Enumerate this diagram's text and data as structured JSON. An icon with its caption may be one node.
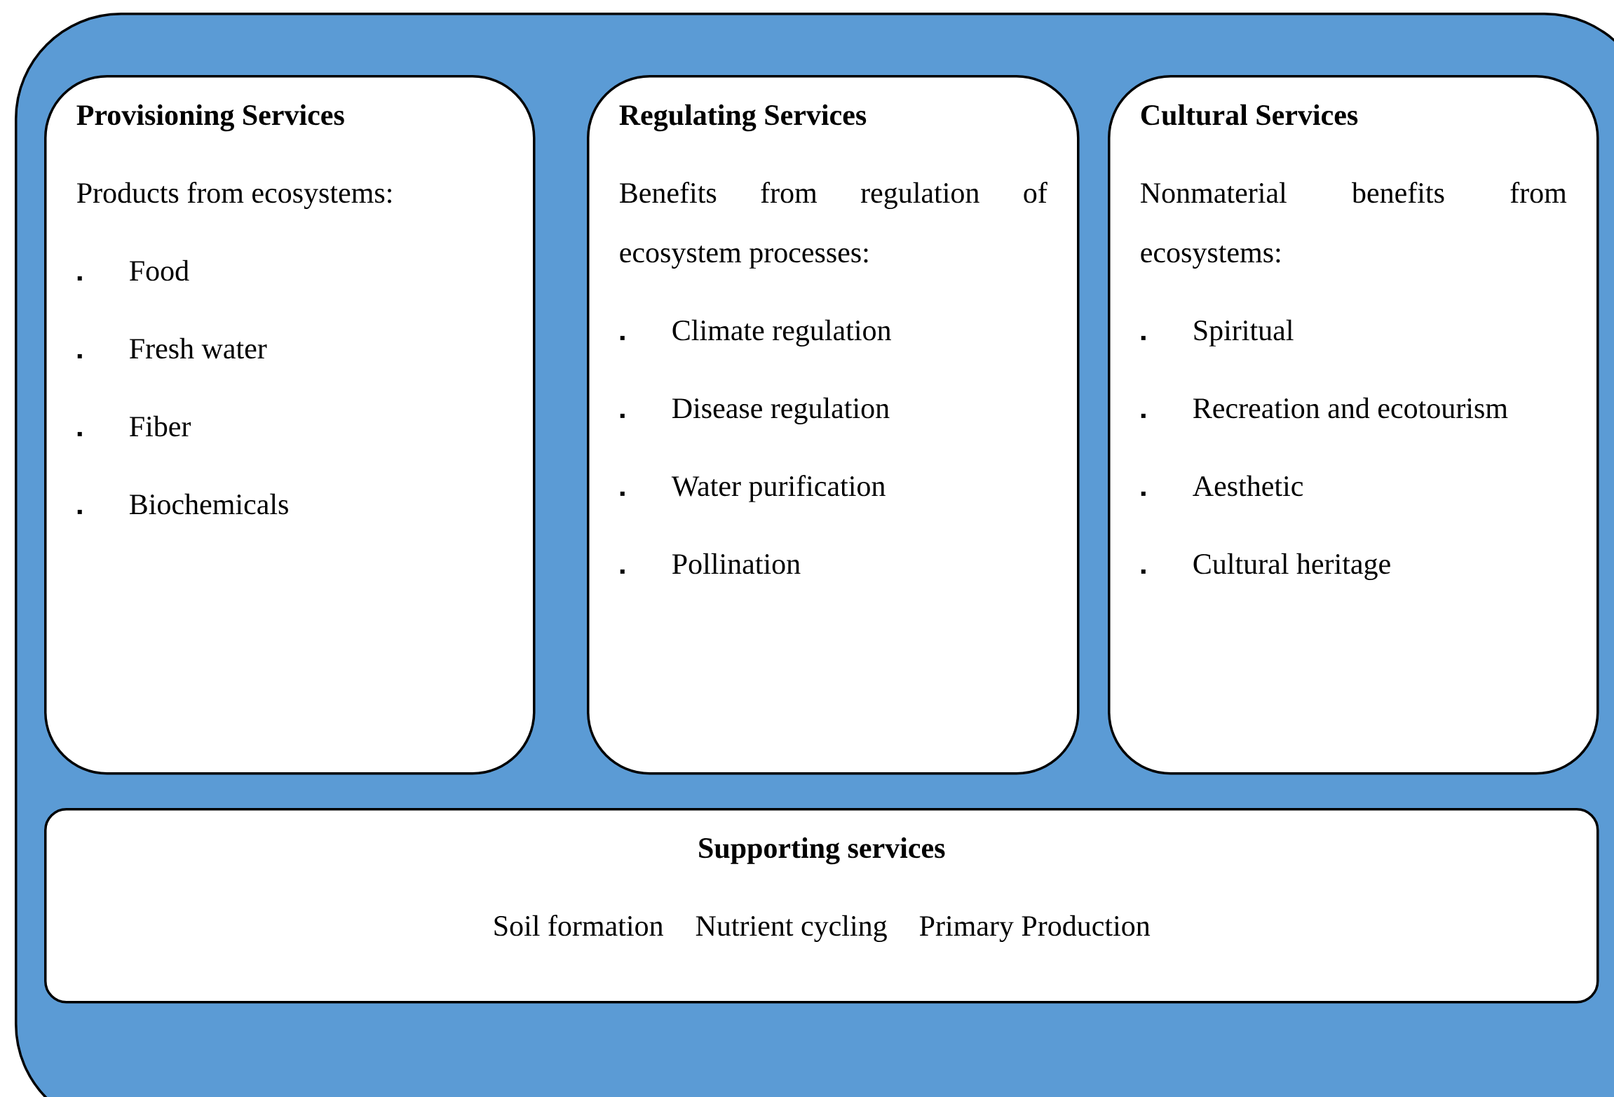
{
  "diagram": {
    "nodes": [
      {
        "text": [],
        "shape": "box"
      },
      {
        "text": [
          "Provisioning Services",
          "Products from ecosystems:",
          "Food",
          "Fresh water",
          "Fiber",
          "Biochemicals"
        ],
        "in": 0
      },
      {
        "text": [
          "Regulating Services",
          "Benefits from regulation of ecosystem processes:",
          "Climate regulation",
          "Disease regulation",
          "Water purification",
          "Pollination"
        ],
        "in": 0
      },
      {
        "text": [
          "Cultural Services",
          "Nonmaterial benefits from ecosystems:",
          "Spiritual",
          "Recreation and ecotourism",
          "Aesthetic",
          "Cultural heritage"
        ],
        "in": 0
      },
      {
        "text": [
          "Supporting services",
          "Soil formation",
          "Nutrient cycling",
          "Primary Production"
        ],
        "in": 0
      }
    ]
  }
}
